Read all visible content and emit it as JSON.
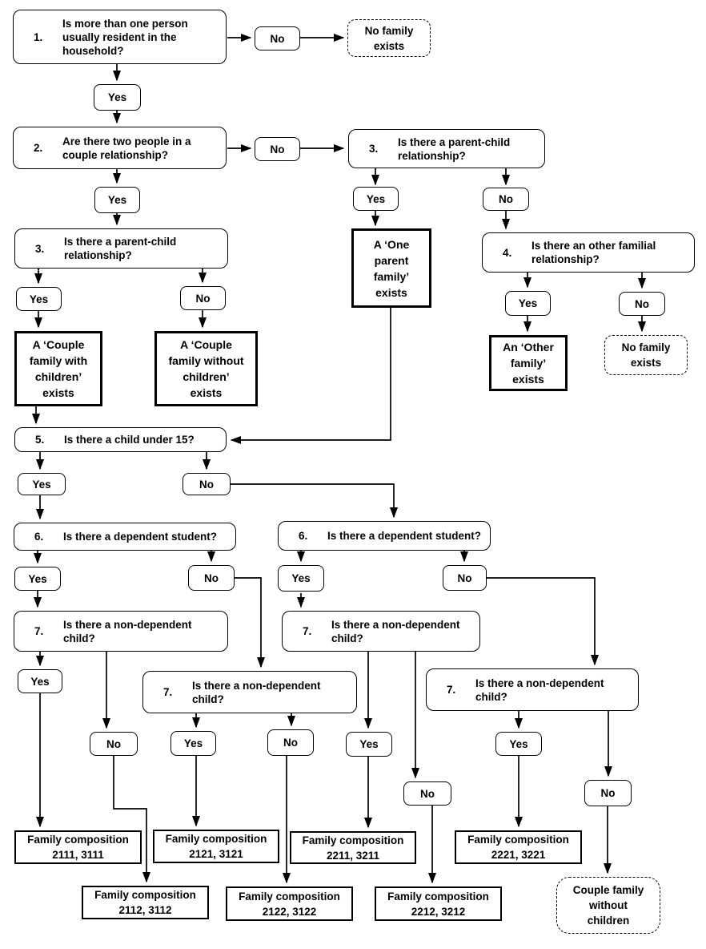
{
  "labels": {
    "yes": "Yes",
    "no": "No"
  },
  "questions": {
    "q1": {
      "num": "1.",
      "text": "Is more than one person\nusually resident in the\nhousehold?"
    },
    "q2": {
      "num": "2.",
      "text": "Are there two people in a\ncouple relationship?"
    },
    "q3r": {
      "num": "3.",
      "text": "Is there a parent-child\nrelationship?"
    },
    "q3l": {
      "num": "3.",
      "text": "Is there a parent-child\nrelationship?"
    },
    "q4": {
      "num": "4.",
      "text": "Is there an other familial\nrelationship?"
    },
    "q5": {
      "num": "5.",
      "text": "Is there a child under 15?"
    },
    "q6l": {
      "num": "6.",
      "text": "Is there a dependent student?"
    },
    "q6r": {
      "num": "6.",
      "text": "Is there a dependent student?"
    },
    "q7l": {
      "num": "7.",
      "text": "Is there a non-dependent\nchild?"
    },
    "q7m": {
      "num": "7.",
      "text": "Is there a non-dependent\nchild?"
    },
    "q7rm": {
      "num": "7.",
      "text": "Is there a non-dependent\nchild?"
    },
    "q7fr": {
      "num": "7.",
      "text": "Is there a non-dependent\nchild?"
    }
  },
  "outcomes": {
    "no_family_top": "No family\nexists",
    "no_family_right": "No family\nexists",
    "one_parent": "A ‘One\nparent\nfamily’\nexists",
    "couple_with": "A ‘Couple\nfamily with\nchildren’\nexists",
    "couple_without": "A ‘Couple\nfamily without\nchildren’\nexists",
    "other_family": "An ‘Other\nfamily’\nexists",
    "couple_wo_children": "Couple family\nwithout\nchildren",
    "fc2111": "Family composition\n2111, 3111",
    "fc2112": "Family composition\n2112, 3112",
    "fc2121": "Family composition\n2121, 3121",
    "fc2122": "Family composition\n2122, 3122",
    "fc2211": "Family composition\n2211, 3211",
    "fc2212": "Family composition\n2212, 3212",
    "fc2221": "Family composition\n2221, 3221"
  },
  "colors": {
    "ink": "#000000",
    "background": "#ffffff"
  }
}
